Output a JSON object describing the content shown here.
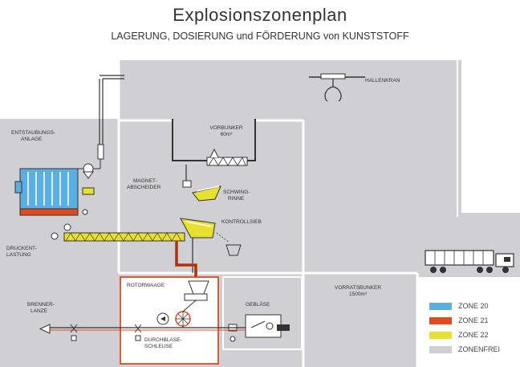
{
  "header": {
    "title": "Explosionszonenplan",
    "subtitle": "LAGERUNG, DOSIERUNG und FÖRDERUNG von KUNSTSTOFF"
  },
  "labels": {
    "hallenkran": "HALLENKRAN",
    "vorbunker": "VORBUNKER",
    "vorbunker_volume": "60m³",
    "entstaubung_1": "ENTSTAUBUNGS-",
    "entstaubung_2": "ANLAGE",
    "magnet_1": "MAGNET-",
    "magnet_2": "ABSCHEIDER",
    "schwing_1": "SCHWING-",
    "schwing_2": "RINNE",
    "kontrollsieb": "KONTROLLSIEB",
    "druckentlastung_1": "DRUCKENT-",
    "druckentlastung_2": "LASTUNG",
    "rotorwaage": "ROTORWAAGE",
    "brenner_1": "BRENNER-",
    "brenner_2": "LANZE",
    "durchblase_1": "DURCHBLASE-",
    "durchblase_2": "SCHLEUSE",
    "geblaese": "GEBLÄSE",
    "vorratsbunker": "VORRATSBUNKER",
    "vorratsbunker_volume": "1500m³"
  },
  "legend": [
    {
      "label": "ZONE 20",
      "color": "#5aaee0"
    },
    {
      "label": "ZONE 21",
      "color": "#e04a20"
    },
    {
      "label": "ZONE 22",
      "color": "#e8e030"
    },
    {
      "label": "ZONENFREI",
      "color": "#cfcfd4"
    }
  ],
  "colors": {
    "zonefree": "#cfcfd4",
    "zone20": "#5aaee0",
    "zone21": "#e04a20",
    "zone22": "#e8e030",
    "line": "#333333"
  }
}
